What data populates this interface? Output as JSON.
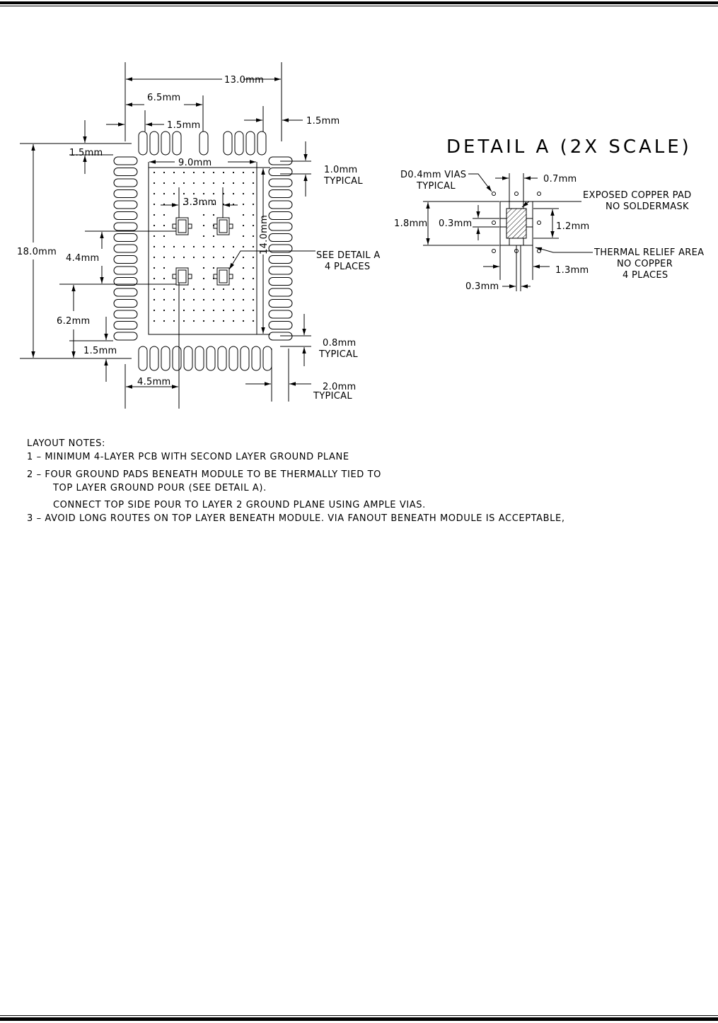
{
  "colors": {
    "ink": "#000000",
    "paper": "#ffffff"
  },
  "footprint": {
    "dims": {
      "w13": "13.0mm",
      "w65": "6.5mm",
      "top15a": "1.5mm",
      "top15b": "1.5mm",
      "left15": "1.5mm",
      "w90": "9.0mm",
      "w33": "3.3mm",
      "pitch10": "1.0mm",
      "typical1": "TYPICAL",
      "h18": "18.0mm",
      "h44": "4.4mm",
      "h140": "14.0mm",
      "h62": "6.2mm",
      "bot15": "1.5mm",
      "w45": "4.5mm",
      "pad08": "0.8mm",
      "typical2": "TYPICAL",
      "pad20": "2.0mm",
      "typical3": "TYPICAL"
    },
    "callout": {
      "line1": "SEE DETAIL A",
      "line2": "4 PLACES"
    }
  },
  "detail": {
    "title": "DETAIL A (2X SCALE)",
    "vias_line1": "D0.4mm VIAS",
    "vias_line2": "TYPICAL",
    "w07": "0.7mm",
    "pad_line1": "EXPOSED COPPER PAD",
    "pad_line2": "NO SOLDERMASK",
    "h18": "1.8mm",
    "h03": "0.3mm",
    "h12": "1.2mm",
    "relief_line1": "THERMAL RELIEF AREA",
    "relief_line2": "NO COPPER",
    "relief_line3": "4 PLACES",
    "w13": "1.3mm",
    "w03": "0.3mm"
  },
  "notes": {
    "heading": "LAYOUT NOTES:",
    "items": [
      "1 – MINIMUM 4-LAYER PCB WITH SECOND LAYER GROUND PLANE",
      "2 – FOUR GROUND PADS BENEATH MODULE TO BE THERMALLY TIED TO",
      "TOP LAYER GROUND POUR (SEE DETAIL A).",
      "CONNECT TOP SIDE POUR TO LAYER 2 GROUND PLANE USING AMPLE VIAS.",
      "3 – AVOID LONG ROUTES ON TOP LAYER BENEATH MODULE. VIA FANOUT BENEATH MODULE IS ACCEPTABLE,"
    ]
  }
}
